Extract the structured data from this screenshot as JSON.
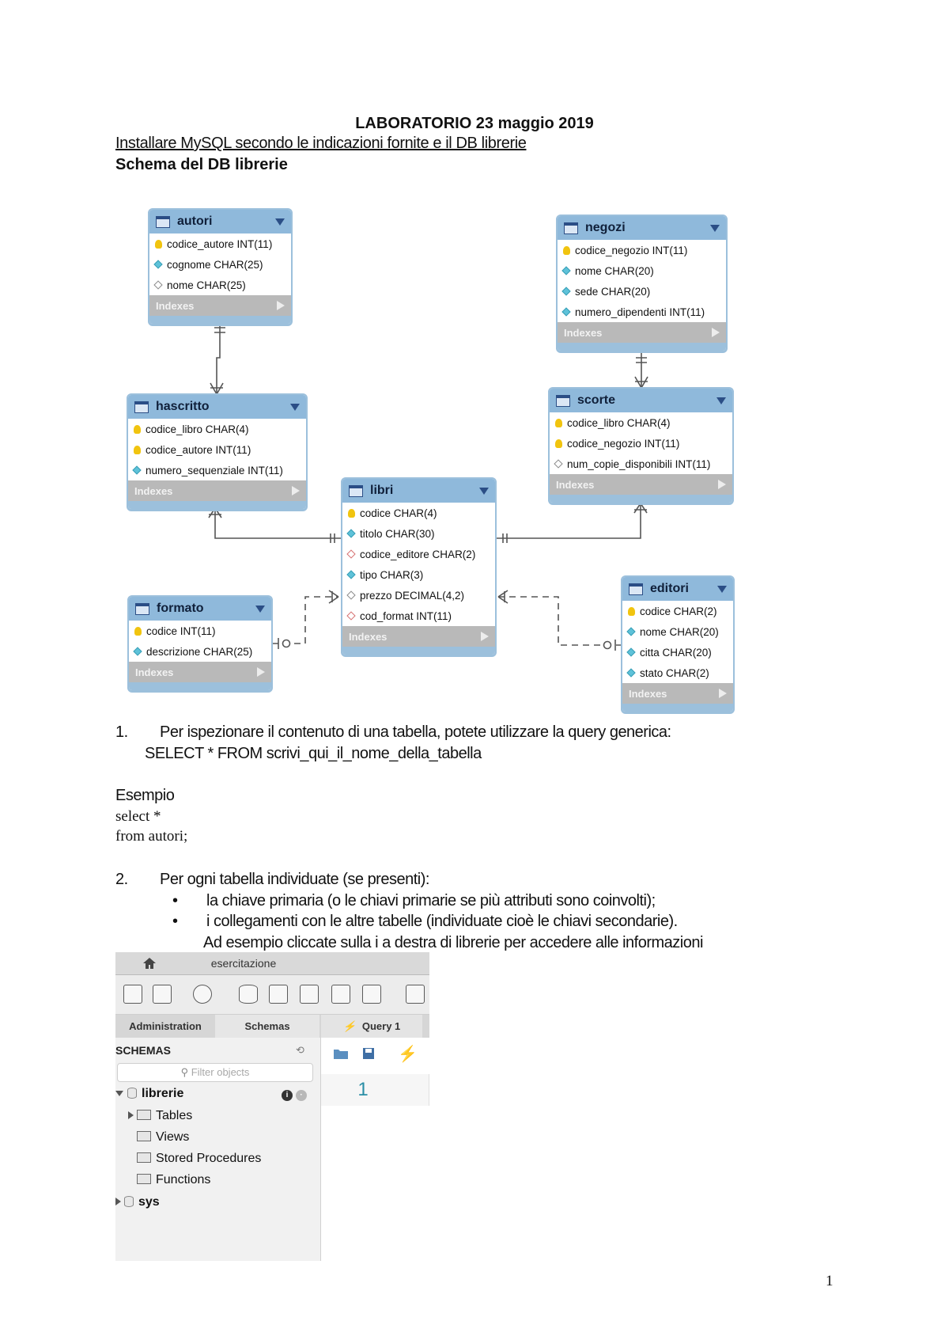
{
  "document": {
    "title": "LABORATORIO 23 maggio 2019",
    "subtitle": "Installare MySQL secondo le indicazioni fornite e il DB librerie",
    "heading": "Schema del DB librerie",
    "page_number": "1"
  },
  "er_diagram": {
    "indexes_label": "Indexes",
    "tables": [
      {
        "name": "autori",
        "columns": [
          {
            "text": "codice_autore INT(11)",
            "kind": "pk"
          },
          {
            "text": "cognome CHAR(25)",
            "kind": "nn"
          },
          {
            "text": "nome CHAR(25)",
            "kind": "null"
          }
        ]
      },
      {
        "name": "negozi",
        "columns": [
          {
            "text": "codice_negozio INT(11)",
            "kind": "pk"
          },
          {
            "text": "nome CHAR(20)",
            "kind": "nn"
          },
          {
            "text": "sede CHAR(20)",
            "kind": "nn"
          },
          {
            "text": "numero_dipendenti INT(11)",
            "kind": "nn"
          }
        ]
      },
      {
        "name": "hascritto",
        "columns": [
          {
            "text": "codice_libro CHAR(4)",
            "kind": "pk"
          },
          {
            "text": "codice_autore INT(11)",
            "kind": "pk"
          },
          {
            "text": "numero_sequenziale INT(11)",
            "kind": "nn"
          }
        ]
      },
      {
        "name": "scorte",
        "columns": [
          {
            "text": "codice_libro CHAR(4)",
            "kind": "pk"
          },
          {
            "text": "codice_negozio INT(11)",
            "kind": "pk"
          },
          {
            "text": "num_copie_disponibili INT(11)",
            "kind": "null"
          }
        ]
      },
      {
        "name": "libri",
        "columns": [
          {
            "text": "codice CHAR(4)",
            "kind": "pk"
          },
          {
            "text": "titolo CHAR(30)",
            "kind": "nn"
          },
          {
            "text": "codice_editore CHAR(2)",
            "kind": "fk"
          },
          {
            "text": "tipo CHAR(3)",
            "kind": "nn"
          },
          {
            "text": "prezzo DECIMAL(4,2)",
            "kind": "null"
          },
          {
            "text": "cod_format INT(11)",
            "kind": "fk"
          }
        ]
      },
      {
        "name": "formato",
        "columns": [
          {
            "text": "codice INT(11)",
            "kind": "pk"
          },
          {
            "text": "descrizione CHAR(25)",
            "kind": "nn"
          }
        ]
      },
      {
        "name": "editori",
        "columns": [
          {
            "text": "codice CHAR(2)",
            "kind": "pk"
          },
          {
            "text": "nome CHAR(20)",
            "kind": "nn"
          },
          {
            "text": "citta CHAR(20)",
            "kind": "nn"
          },
          {
            "text": "stato CHAR(2)",
            "kind": "nn"
          }
        ]
      }
    ]
  },
  "body": {
    "item1_num": "1.",
    "item1_text": "Per ispezionare il contenuto di una tabella, potete utilizzare la query generica:",
    "item1_query": "SELECT * FROM scrivi_qui_il_nome_della_tabella",
    "example_label": "Esempio",
    "example_line1": "select *",
    "example_line2": "from autori;",
    "item2_num": "2.",
    "item2_text": "Per ogni tabella individuate (se presenti):",
    "bullet1": "la chiave primaria (o le chiavi primarie se più attributi sono coinvolti);",
    "bullet2": "i collegamenti con le altre tabelle (individuate cioè le chiavi secondarie).",
    "note": "Ad esempio cliccate sulla i a destra di librerie per accedere alle informazioni"
  },
  "workbench": {
    "connection_tab": "esercitazione",
    "tabs": [
      "Administration",
      "Schemas",
      "Query 1"
    ],
    "schemas_header": "SCHEMAS",
    "filter_placeholder": "Filter objects",
    "schema_name": "librerie",
    "tree_items": [
      "Tables",
      "Views",
      "Stored Procedures",
      "Functions"
    ],
    "other_schema": "sys",
    "line_number": "1"
  }
}
